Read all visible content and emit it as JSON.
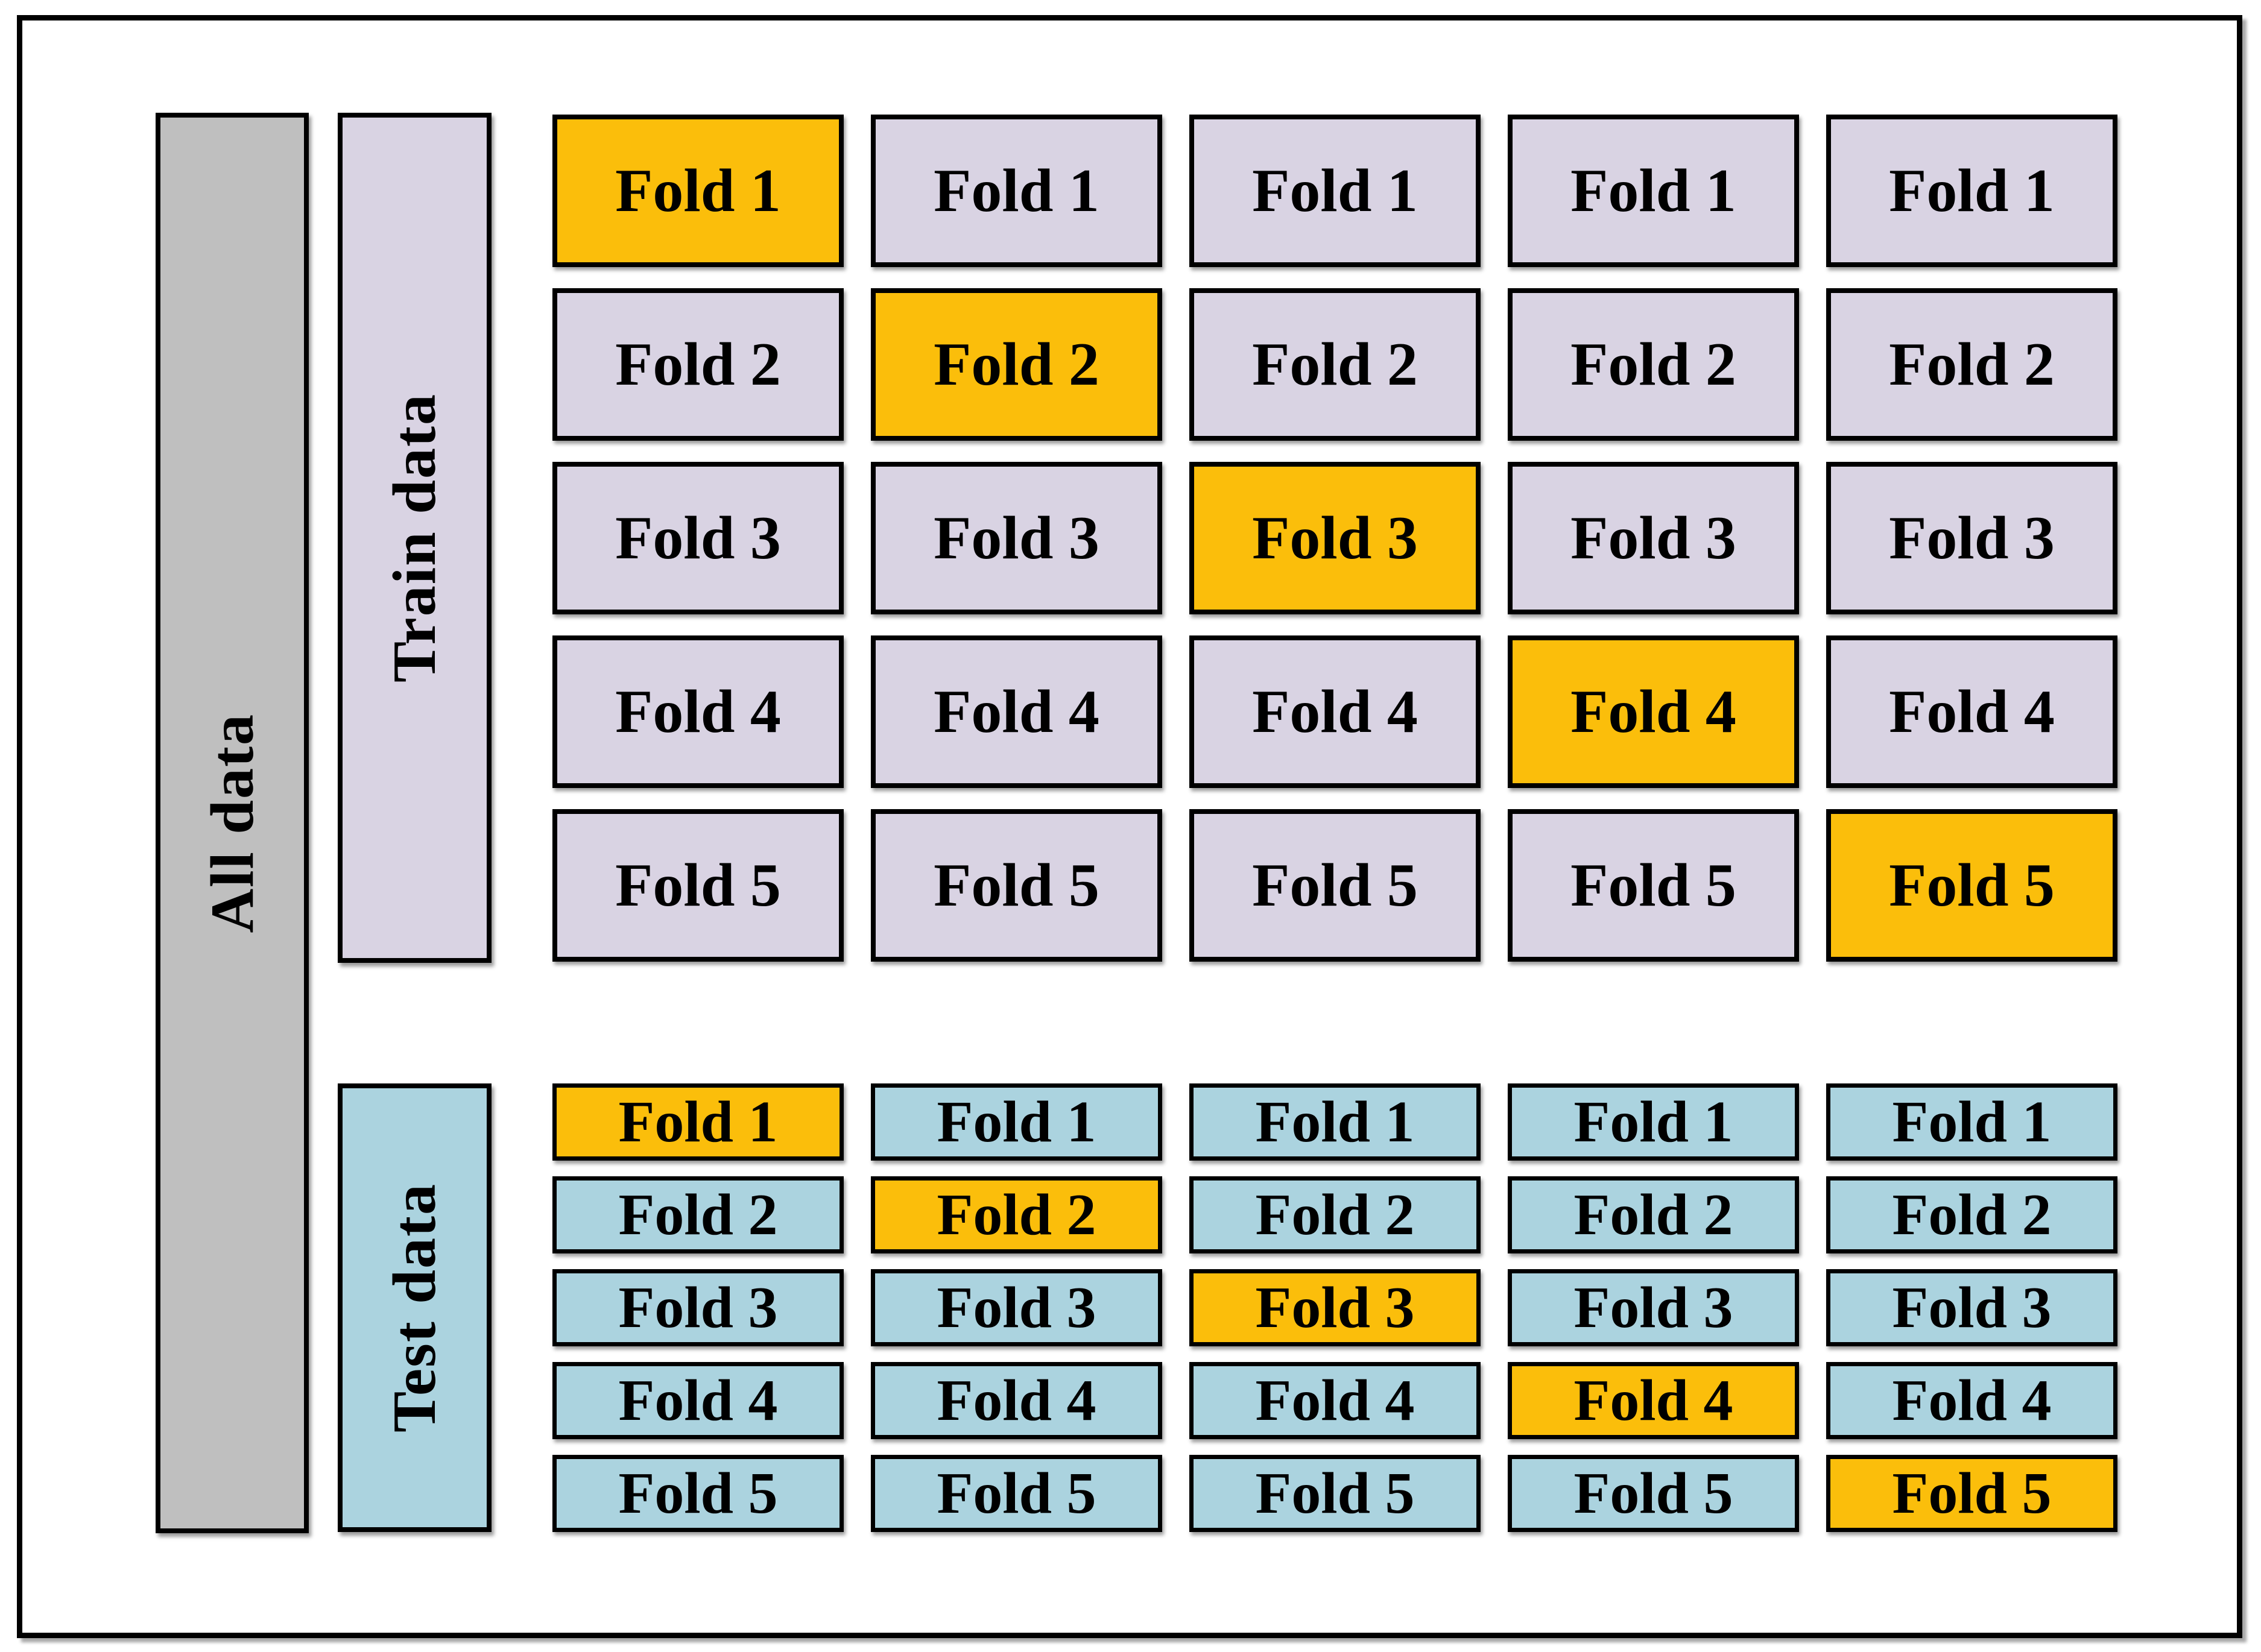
{
  "colors": {
    "orange": "#FBBE0B",
    "lavender": "#D9D3E3",
    "blue": "#ABD3DF",
    "gray": "#BFBFBF",
    "border": "#000000",
    "text": "#000000",
    "bg": "#FFFFFF"
  },
  "bars": {
    "all": {
      "label": "All data"
    },
    "train": {
      "label": "Train data"
    },
    "test": {
      "label": "Test data"
    }
  },
  "fold_labels": [
    "Fold 1",
    "Fold 2",
    "Fold 3",
    "Fold 4",
    "Fold 5"
  ],
  "grids": {
    "train": {
      "rows": 5,
      "cols": 5,
      "base": "lavender",
      "highlight": "orange",
      "highlight_cells": [
        [
          0,
          0
        ],
        [
          1,
          1
        ],
        [
          2,
          2
        ],
        [
          3,
          3
        ],
        [
          4,
          4
        ]
      ]
    },
    "test": {
      "rows": 5,
      "cols": 5,
      "base": "blue",
      "highlight": "orange",
      "highlight_cells": [
        [
          0,
          0
        ],
        [
          1,
          1
        ],
        [
          2,
          2
        ],
        [
          3,
          3
        ],
        [
          4,
          4
        ]
      ]
    }
  }
}
